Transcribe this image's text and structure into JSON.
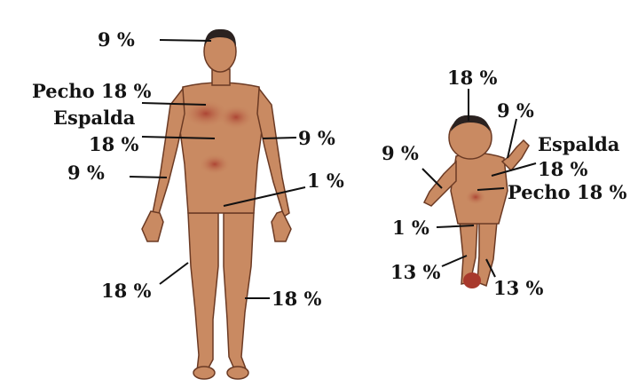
{
  "colors": {
    "skin": "#c98a62",
    "skin_shade": "#a86a48",
    "burn": "#b24a3a",
    "hair": "#2b2220",
    "line": "#111111"
  },
  "adult": {
    "head": "9 %",
    "chest": "Pecho 18 %",
    "back_word": "Espalda",
    "back_value": "18 %",
    "right_arm": "9 %",
    "left_arm": "9 %",
    "genitals": "1 %",
    "right_leg": "18 %",
    "left_leg": "18 %"
  },
  "child": {
    "head": "18 %",
    "right_arm": "9 %",
    "left_arm": "9 %",
    "back_word": "Espalda",
    "back_value": "18 %",
    "chest": "Pecho 18 %",
    "genitals": "1 %",
    "left_leg": "13 %",
    "right_leg": "13 %"
  }
}
